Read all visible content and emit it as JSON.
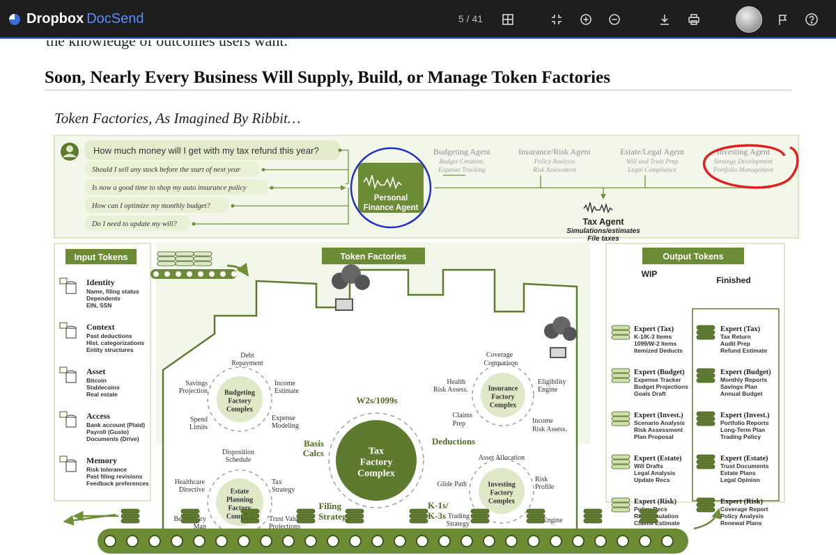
{
  "topbar": {
    "brand_name": "Dropbox",
    "brand_sub": "DocSend",
    "page_indicator": "5 / 41",
    "icons": [
      "dropbox-logo-icon",
      "grid-view-icon",
      "fit-screen-icon",
      "zoom-in-icon",
      "zoom-out-icon",
      "download-icon",
      "print-icon",
      "flag-icon",
      "help-icon"
    ]
  },
  "document": {
    "cut_text": "the knowledge of outcomes users want.",
    "heading": "Soon, Nearly Every Business Will Supply, Build, or Manage Token Factories",
    "caption": "Token Factories, As Imagined By Ribbit…"
  },
  "figure": {
    "colors": {
      "green_dark": "#5d7a2e",
      "green_mid": "#7a9a3e",
      "green_light": "#eef4e0",
      "green_panel": "#f3f7ea",
      "grey": "#9aa0a6",
      "red": "#e02020",
      "blue": "#1f2fbf"
    },
    "main_question": "How much money will I get with my tax refund this year?",
    "questions": [
      "Should I sell any stock before the start of next year",
      "Is now a good time to shop my auto insurance policy",
      "How can I optimize my monthly budget?",
      "Do I need to update my will?"
    ],
    "pfa": {
      "line1": "Personal",
      "line2": "Finance Agent"
    },
    "agents": [
      {
        "name": "Budgeting Agent",
        "l1": "Budget Creation,",
        "l2": "Expense Tracking"
      },
      {
        "name": "Insurance/Risk Agent",
        "l1": "Policy Analysis",
        "l2": "Risk Assessment"
      },
      {
        "name": "Estate/Legal Agent",
        "l1": "Will and Trust Prep",
        "l2": "Legal Compliance"
      },
      {
        "name": "Investing Agent",
        "l1": "Strategy Development",
        "l2": "Portfolio Management"
      }
    ],
    "tax_agent": {
      "name": "Tax Agent",
      "l1": "Simulations/estimates",
      "l2": "File taxes"
    },
    "input_tokens": {
      "title": "Input Tokens",
      "groups": [
        {
          "name": "Identity",
          "lines": [
            "Name, filing status",
            "Dependents",
            "EIN, SSN"
          ]
        },
        {
          "name": "Context",
          "lines": [
            "Past deductions",
            "Hist. categorizations",
            "Entity structures"
          ]
        },
        {
          "name": "Asset",
          "lines": [
            "Bitcoin",
            "Stablecoins",
            "Real estate"
          ]
        },
        {
          "name": "Access",
          "lines": [
            "Bank account (Plaid)",
            "Payroll (Gusto)",
            "Documents (Drive)"
          ]
        },
        {
          "name": "Memory",
          "lines": [
            "Risk tolerance",
            "Past filing revisions",
            "Feedback preferences"
          ]
        }
      ]
    },
    "token_factories_title": "Token Factories",
    "budget": {
      "center": [
        "Budgeting",
        "Factory",
        "Complex"
      ],
      "labels": [
        "Debt",
        "Repayment",
        "Income",
        "Estimate",
        "Expense",
        "Modeling",
        "Spend",
        "Limits",
        "Savings",
        "Projection"
      ]
    },
    "estate": {
      "center": [
        "Estate",
        "Planning",
        "Factory",
        "Complex"
      ],
      "labels": [
        "Disposition",
        "Schedule",
        "Tax",
        "Strategy",
        "Trust Value",
        "Projections",
        "Beneficiary",
        "Map",
        "Healthcare",
        "Directive"
      ]
    },
    "tax": {
      "center": [
        "Tax",
        "Factory",
        "Complex"
      ],
      "labels": [
        "W2s/1099s",
        "Deductions",
        "K-1s/",
        "K-3s",
        "Filing",
        "Strategy",
        "Basis",
        "Calcs"
      ]
    },
    "insurance": {
      "center": [
        "Insurance",
        "Factory",
        "Complex"
      ],
      "labels": [
        "Coverage",
        "Comparison",
        "Eligibility",
        "Engine",
        "Income",
        "Risk Assess.",
        "Claims",
        "Prep",
        "Health",
        "Risk Assess."
      ]
    },
    "investing": {
      "center": [
        "Investing",
        "Factory",
        "Complex"
      ],
      "labels": [
        "Asset Allocation",
        "Risk",
        "Profile",
        "Tax Engine",
        "Trading",
        "Strategy",
        "Glide Path"
      ]
    },
    "output_tokens": {
      "title": "Output Tokens",
      "wip_title": "WIP",
      "finished_title": "Finished",
      "wip": [
        {
          "name": "Expert (Tax)",
          "lines": [
            "K-1/K-3 Items",
            "1099/W-2 Items",
            "Itemized Deducts"
          ]
        },
        {
          "name": "Expert (Budget)",
          "lines": [
            "Expense Tracker",
            "Budget Projections",
            "Goals Draft"
          ]
        },
        {
          "name": "Expert (Invest.)",
          "lines": [
            "Scenario Analysis",
            "Risk Assessment",
            "Plan Proposal"
          ]
        },
        {
          "name": "Expert (Estate)",
          "lines": [
            "Will Drafts",
            "Legal Analysis",
            "Update Recs"
          ]
        },
        {
          "name": "Expert (Risk)",
          "lines": [
            "Policy Recs",
            "Risk Simulation",
            "Claims Estimate"
          ]
        }
      ],
      "finished": [
        {
          "name": "Expert (Tax)",
          "lines": [
            "Tax Return",
            "Audit Prep",
            "Refund Estimate"
          ]
        },
        {
          "name": "Expert (Budget)",
          "lines": [
            "Monthly Reports",
            "Savings Plan",
            "Annual Budget"
          ]
        },
        {
          "name": "Expert (Invest.)",
          "lines": [
            "Portfolio Reports",
            "Long-Term Plan",
            "Trading Policy"
          ]
        },
        {
          "name": "Expert (Estate)",
          "lines": [
            "Trust Documents",
            "Estate Plans",
            "Legal Opinion"
          ]
        },
        {
          "name": "Expert (Risk)",
          "lines": [
            "Coverage Report",
            "Policy Analysis",
            "Renewal Plans"
          ]
        }
      ]
    }
  }
}
